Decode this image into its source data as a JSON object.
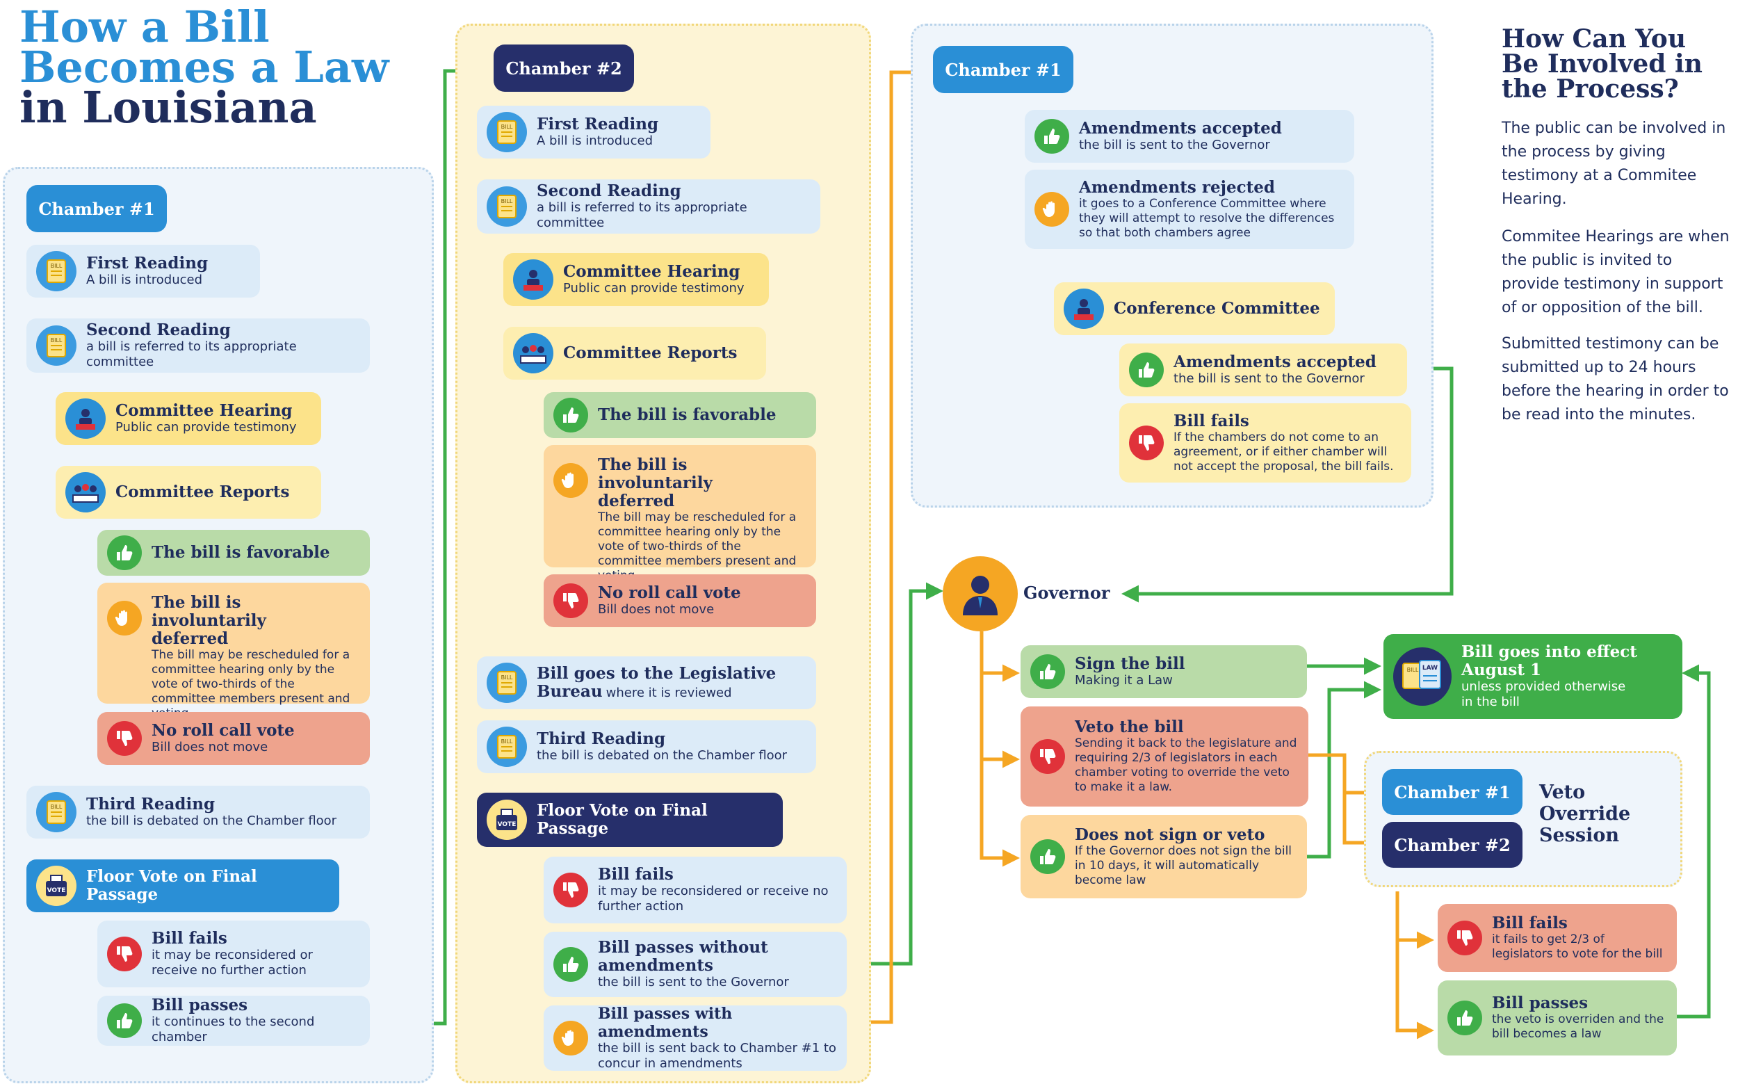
{
  "title": {
    "line1": "How a Bill",
    "line2": "Becomes a Law",
    "line3": "in Louisiana"
  },
  "colors": {
    "blue": "#2a8fd6",
    "navy": "#262f6b",
    "yellow": "#fce38a",
    "green": "#3fae49",
    "red": "#e0323a",
    "orange": "#f5a623",
    "line_green": "#3fae49",
    "line_orange": "#f5a623",
    "line_yellow": "#f2c31b"
  },
  "col1": {
    "chamber": "Chamber #1",
    "first_reading": {
      "title": "First Reading",
      "sub": "A bill is introduced"
    },
    "second_reading": {
      "title": "Second Reading",
      "sub": "a bill is referred to its appropriate committee"
    },
    "committee_hearing": {
      "title": "Committee Hearing",
      "sub": "Public can provide testimony"
    },
    "committee_reports": {
      "title": "Committee Reports"
    },
    "favorable": {
      "title": "The bill is favorable"
    },
    "deferred": {
      "title": "The bill is involuntarily deferred",
      "sub": "The bill may be rescheduled for a committee hearing only by the vote of two-thirds of the committee members present and voting."
    },
    "no_roll": {
      "title": "No roll call vote",
      "sub": "Bill does not move"
    },
    "third_reading": {
      "title": "Third Reading",
      "sub": "the bill is debated on the Chamber floor"
    },
    "floor_vote": {
      "title": "Floor Vote on Final Passage"
    },
    "fails": {
      "title": "Bill fails",
      "sub": "it may be reconsidered or receive no further action"
    },
    "passes": {
      "title": "Bill passes",
      "sub": "it continues to the second chamber"
    }
  },
  "col2": {
    "chamber": "Chamber #2",
    "first_reading": {
      "title": "First Reading",
      "sub": "A bill is introduced"
    },
    "second_reading": {
      "title": "Second Reading",
      "sub": "a bill is referred to its appropriate committee"
    },
    "committee_hearing": {
      "title": "Committee Hearing",
      "sub": "Public can provide testimony"
    },
    "committee_reports": {
      "title": "Committee Reports"
    },
    "favorable": {
      "title": "The bill is favorable"
    },
    "deferred": {
      "title": "The bill is involuntarily deferred",
      "sub": "The bill may be rescheduled for a committee hearing only by the vote of two-thirds of the committee members present and voting."
    },
    "no_roll": {
      "title": "No roll call vote",
      "sub": "Bill does not move"
    },
    "bureau": {
      "title_a": "Bill goes to the Legislative",
      "title_b": "Bureau",
      "sub": "where it is reviewed"
    },
    "third_reading": {
      "title": "Third Reading",
      "sub": "the bill is debated on the Chamber floor"
    },
    "floor_vote": {
      "title": "Floor Vote on Final Passage"
    },
    "fails": {
      "title": "Bill fails",
      "sub": "it may be reconsidered or receive no further action"
    },
    "passes_without": {
      "title": "Bill passes without amendments",
      "sub": "the bill is sent to the Governor"
    },
    "passes_with": {
      "title": "Bill passes with amendments",
      "sub": "the bill is sent back to Chamber #1 to concur in amendments"
    }
  },
  "col3": {
    "chamber": "Chamber #1",
    "accepted": {
      "title": "Amendments accepted",
      "sub": "the bill is sent to the Governor"
    },
    "rejected": {
      "title": "Amendments rejected",
      "sub": "it goes to a Conference Committee where they will attempt to resolve the differences so that both chambers agree"
    },
    "conference": {
      "title": "Conference Committee"
    },
    "cc_accepted": {
      "title": "Amendments accepted",
      "sub": "the bill is sent to the Governor"
    },
    "cc_fails": {
      "title": "Bill fails",
      "sub": "If the chambers do not come to an agreement, or if either chamber will not accept the proposal, the bill fails."
    }
  },
  "governor": {
    "label": "Governor",
    "sign": {
      "title": "Sign the bill",
      "sub": "Making it a Law"
    },
    "veto": {
      "title": "Veto the bill",
      "sub": "Sending it back to the legislature and requiring 2/3 of legislators in each chamber voting to override the veto to make it a law."
    },
    "no_sign": {
      "title": "Does not sign or veto",
      "sub": "If the Governor does not sign the bill in 10 days, it will automatically become law"
    }
  },
  "law": {
    "title": "Bill goes into effect August 1",
    "sub": "unless provided otherwise in the bill"
  },
  "veto_session": {
    "chamber1": "Chamber #1",
    "chamber2": "Chamber #2",
    "label_l1": "Veto",
    "label_l2": "Override",
    "label_l3": "Session",
    "fails": {
      "title": "Bill fails",
      "sub": "it fails to get 2/3 of legislators to vote for the bill"
    },
    "passes": {
      "title": "Bill passes",
      "sub": "the veto is overriden and the bill becomes a law"
    }
  },
  "involved": {
    "title": "How Can You Be Involved in the Process?",
    "p1": "The public can be involved in the process by giving testimony at a Commitee Hearing.",
    "p2": "Commitee Hearings are when the public is invited to provide testimony in support of or opposition of the bill.",
    "p3": "Submitted testimony can be submitted up to 24 hours before the hearing in order to be read into the minutes."
  },
  "icons": {
    "bill": "bill-document-icon",
    "hearing": "committee-hearing-icon",
    "reports": "committee-reports-icon",
    "vote": "ballot-box-icon",
    "thumbs_up": "thumbs-up-icon",
    "thumbs_down": "thumbs-down-icon",
    "hand": "hand-stop-icon",
    "governor": "governor-person-icon",
    "law": "law-document-icon"
  },
  "icon_text": {
    "bill": "BILL",
    "vote": "VOTE",
    "law": "LAW"
  }
}
